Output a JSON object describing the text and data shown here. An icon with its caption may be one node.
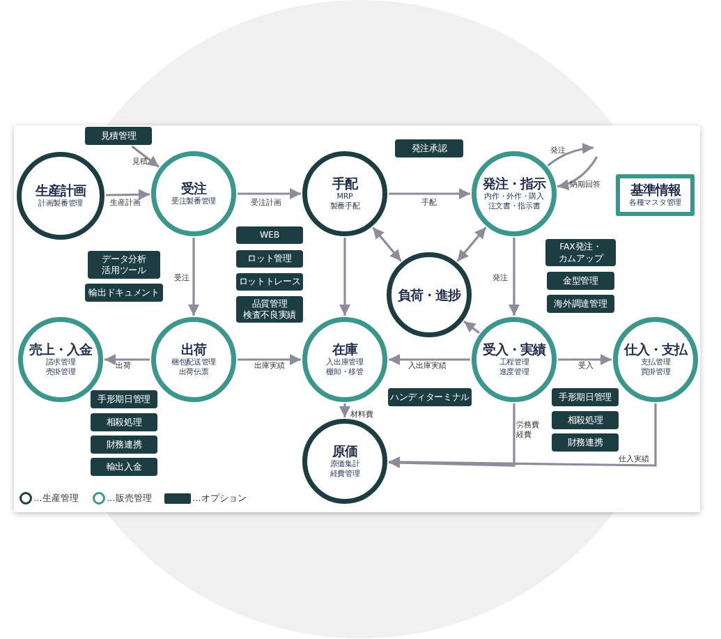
{
  "diagram": {
    "nodes": [
      {
        "text": [
          "見積管理"
        ]
      },
      {
        "text": [
          "発注承認"
        ]
      },
      {
        "text": [
          "生産計画",
          "計画製番管理"
        ]
      },
      {
        "text": [
          "受注",
          "受注製番管理"
        ]
      },
      {
        "text": [
          "手配",
          "MRP 製番手配"
        ]
      },
      {
        "text": [
          "発注・指示",
          "内作・外作・購入注文書・指示書"
        ]
      },
      {
        "text": [
          "基準情報",
          "各種マスタ管理"
        ]
      },
      {
        "text": [
          "WEB"
        ]
      },
      {
        "text": [
          "ロット管理"
        ]
      },
      {
        "text": [
          "ロットトレース"
        ]
      },
      {
        "text": [
          "品質管理検査不良実績"
        ]
      },
      {
        "text": [
          "データ分析活用ツール"
        ]
      },
      {
        "text": [
          "輸出ドキュメント"
        ]
      },
      {
        "text": [
          "FAX発注・カムアップ"
        ]
      },
      {
        "text": [
          "金型管理"
        ]
      },
      {
        "text": [
          "海外調達管理"
        ]
      },
      {
        "text": [
          "負荷・進捗"
        ]
      },
      {
        "text": [
          "売上・入金",
          "請求管理売掛管理"
        ]
      },
      {
        "text": [
          "出荷",
          "梱包配送管理出荷伝票"
        ]
      },
      {
        "text": [
          "在庫",
          "入出庫管理棚卸・移管"
        ]
      },
      {
        "text": [
          "受入・実績",
          "工程管理進度管理"
        ]
      },
      {
        "text": [
          "仕入・支払",
          "支払管理買掛管理"
        ]
      },
      {
        "text": [
          "ハンディターミナル"
        ]
      },
      {
        "text": [
          "手形期日管理"
        ]
      },
      {
        "text": [
          "相殺処理"
        ]
      },
      {
        "text": [
          "財務連携"
        ]
      },
      {
        "text": [
          "輸出入金"
        ]
      },
      {
        "text": [
          "手形期日管理"
        ]
      },
      {
        "text": [
          "相殺処理"
        ]
      },
      {
        "text": [
          "財務連携"
        ]
      },
      {
        "text": [
          "原価",
          "原価集計経費管理"
        ]
      }
    ],
    "edges": [
      {
        "from": 0,
        "to": 3,
        "arrow": "to",
        "label": "見積"
      },
      {
        "from": 2,
        "to": 3,
        "arrow": "to",
        "label": "生産計画"
      },
      {
        "from": 3,
        "to": 4,
        "arrow": "to",
        "label": "受注計画"
      },
      {
        "from": 4,
        "to": 5,
        "arrow": "to",
        "label": "手配"
      },
      {
        "from": 5,
        "to": null,
        "arrow": "to",
        "label": "発注"
      },
      {
        "from": null,
        "to": 5,
        "arrow": "to",
        "label": "納期回答"
      },
      {
        "from": 3,
        "to": 18,
        "arrow": "to",
        "label": "受注"
      },
      {
        "from": 4,
        "to": 16,
        "arrow": "both"
      },
      {
        "from": 5,
        "to": 16,
        "arrow": "both"
      },
      {
        "from": 4,
        "to": 19,
        "arrow": "to"
      },
      {
        "from": 5,
        "to": 20,
        "arrow": "to",
        "label": "発注"
      },
      {
        "from": 20,
        "to": 16,
        "arrow": "to"
      },
      {
        "from": 18,
        "to": 17,
        "arrow": "to",
        "label": "出荷"
      },
      {
        "from": 18,
        "to": 19,
        "arrow": "to",
        "label": "出庫実績"
      },
      {
        "from": 20,
        "to": 19,
        "arrow": "to",
        "label": "入出庫実績"
      },
      {
        "from": 20,
        "to": 21,
        "arrow": "to",
        "label": "受入"
      },
      {
        "from": 19,
        "to": 30,
        "arrow": "to",
        "label": "材料費"
      },
      {
        "from": 20,
        "to": 30,
        "arrow": "to",
        "label": "労務費経費"
      },
      {
        "from": 21,
        "to": 30,
        "arrow": "to",
        "label": "仕入実績"
      }
    ],
    "legend": [
      {
        "text": "…生産管理"
      },
      {
        "text": "…販売管理"
      },
      {
        "text": "…オプション",
        "color": "#1c3d42"
      }
    ]
  }
}
